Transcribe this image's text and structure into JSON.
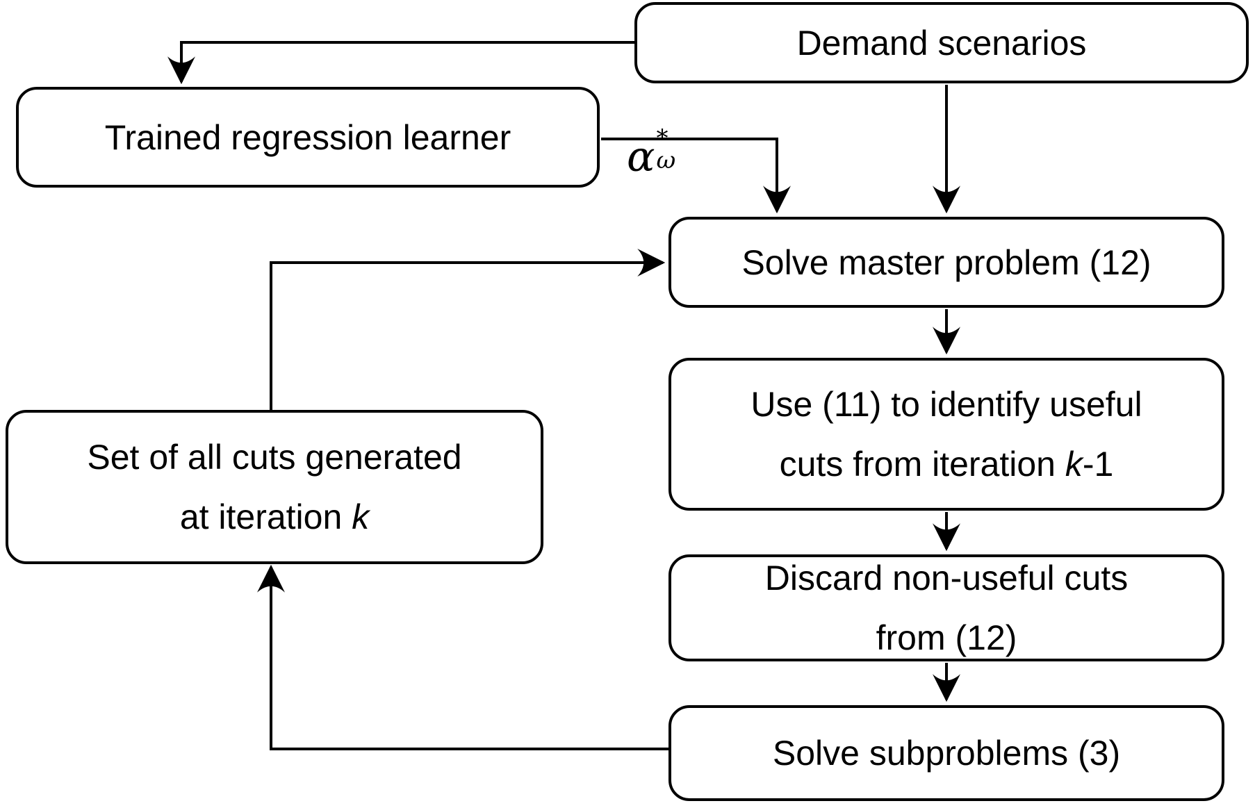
{
  "figure": {
    "type": "flowchart",
    "background_color": "#ffffff",
    "stroke_color": "#000000",
    "text_color": "#000000"
  },
  "nodes": {
    "demand": {
      "label": "Demand scenarios"
    },
    "trained": {
      "label": "Trained regression learner"
    },
    "master": {
      "label": "Solve master problem (12)"
    },
    "use": {
      "line1": "Use (11) to identify useful",
      "line2_pre": "cuts from iteration ",
      "line2_italic": "k",
      "line2_post": "-1"
    },
    "discard": {
      "line1": "Discard non-useful cuts",
      "line2": "from (12)"
    },
    "subproblems": {
      "label": "Solve subproblems (3)"
    },
    "cuts_set": {
      "line1": "Set of all cuts generated",
      "line2_pre": "at iteration ",
      "line2_italic": "k"
    }
  },
  "edge_label_alpha": {
    "base": "α",
    "superscript": "*",
    "subscript": "ω"
  },
  "edges": [
    {
      "from": "demand",
      "to": "trained"
    },
    {
      "from": "demand",
      "to": "master"
    },
    {
      "from": "trained",
      "to": "master",
      "label": "α*ω"
    },
    {
      "from": "master",
      "to": "use"
    },
    {
      "from": "use",
      "to": "discard"
    },
    {
      "from": "discard",
      "to": "subproblems"
    },
    {
      "from": "subproblems",
      "to": "cuts_set"
    },
    {
      "from": "cuts_set",
      "to": "master"
    }
  ]
}
